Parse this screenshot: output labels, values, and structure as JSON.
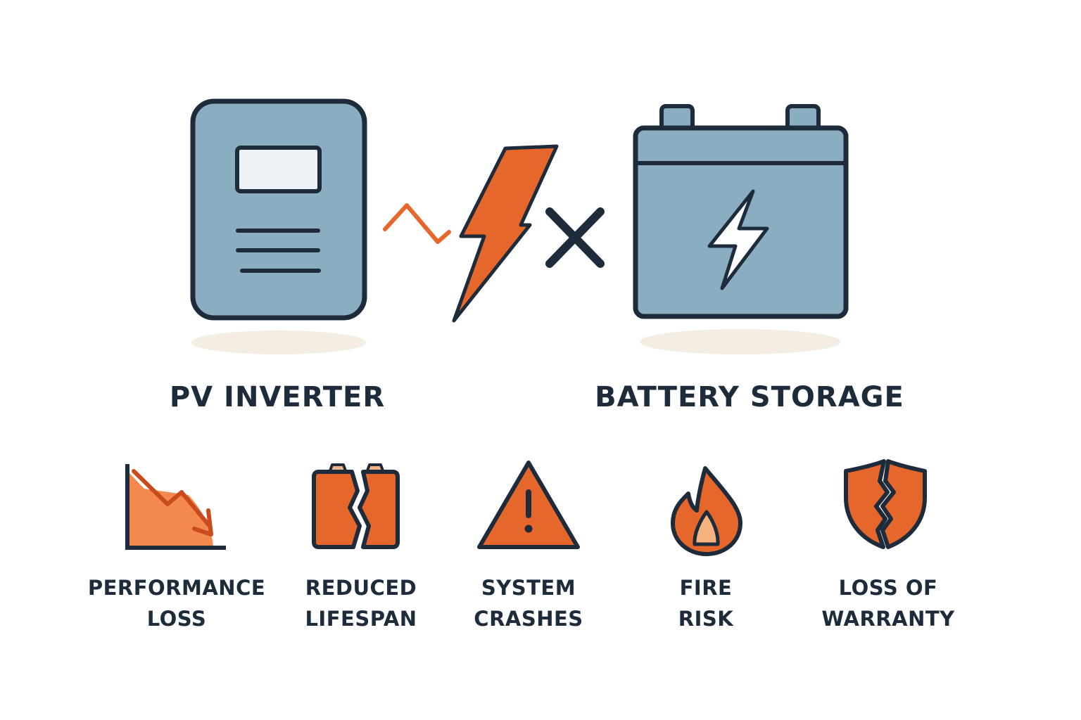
{
  "components": {
    "inverter": {
      "label": "PV INVERTER"
    },
    "battery": {
      "label": "BATTERY STORAGE"
    }
  },
  "consequences": [
    {
      "icon": "declining-chart-icon",
      "line1": "PERFORMANCE",
      "line2": "LOSS"
    },
    {
      "icon": "cracked-battery-icon",
      "line1": "REDUCED",
      "line2": "LIFESPAN"
    },
    {
      "icon": "warning-triangle-icon",
      "line1": "SYSTEM",
      "line2": "CRASHES"
    },
    {
      "icon": "flame-icon",
      "line1": "FIRE",
      "line2": "RISK"
    },
    {
      "icon": "cracked-shield-icon",
      "line1": "LOSS OF",
      "line2": "WARRANTY"
    }
  ],
  "colors": {
    "outline": "#1d2b3a",
    "device_blue": "#8badc2",
    "accent_orange": "#e5672b",
    "screen": "#eef2f6",
    "shadow": "#f3ede4"
  }
}
